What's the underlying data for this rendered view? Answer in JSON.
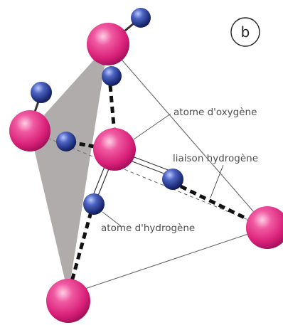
{
  "diagram": {
    "panel_label": "b",
    "labels": {
      "oxygen": "atome d'oxygène",
      "hydrogen_bond": "liaison hydrogène",
      "hydrogen": "atome d'hydrogène"
    },
    "colors": {
      "oxygen": "#e6348c",
      "hydrogen": "#2a3f8f",
      "tetrahedron_face": "#a6a0a0",
      "edges": "#555555",
      "bonds": "#111111"
    }
  }
}
